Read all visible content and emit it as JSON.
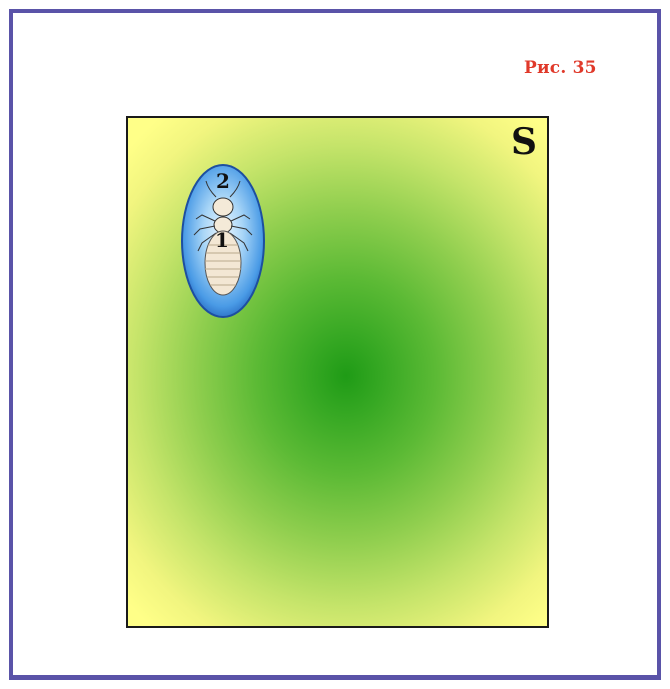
{
  "figure_label": "Рис. 35",
  "field": {
    "letter": "S",
    "gradient_center_color": "#1f9b16",
    "gradient_edge_color": "#ffff88"
  },
  "insect": {
    "icon": "termite-icon",
    "marker_top": "2",
    "marker_bottom": "1",
    "capsule_color": "#3d8ee0"
  },
  "colors": {
    "frame": "#5a53a8",
    "label": "#e0392a"
  }
}
